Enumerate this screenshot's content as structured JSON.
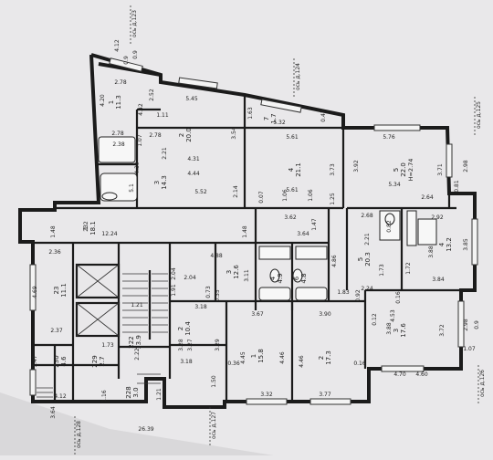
{
  "rooms": [
    {
      "id": "r1",
      "number": "1",
      "area": "11.3"
    },
    {
      "id": "r2",
      "number": "2",
      "area": "20.0"
    },
    {
      "id": "r3",
      "number": "3",
      "area": "14.3"
    },
    {
      "id": "r4",
      "number": "4",
      "area": "21.1"
    },
    {
      "id": "r5",
      "number": "5",
      "area": "22.0",
      "height": "H=2.74"
    },
    {
      "id": "r6",
      "number": "6",
      "area": "4.8"
    },
    {
      "id": "r7",
      "number": "7",
      "area": "1.7"
    },
    {
      "id": "r8",
      "number": "1",
      "area": "18.1"
    },
    {
      "id": "r9",
      "number": "2",
      "area": "10.4"
    },
    {
      "id": "r10",
      "number": "3",
      "area": "12.6"
    },
    {
      "id": "r11",
      "number": "4",
      "area": "4.9"
    },
    {
      "id": "r12",
      "number": "5",
      "area": "20.3"
    },
    {
      "id": "r13",
      "number": "3",
      "area": "17.6"
    },
    {
      "id": "r14",
      "number": "1",
      "area": "15.8"
    },
    {
      "id": "r15",
      "number": "2",
      "area": "17.3"
    },
    {
      "id": "r16",
      "number": "4",
      "area": "13.2"
    },
    {
      "id": "r17",
      "number": "23",
      "area": "11.1"
    },
    {
      "id": "r18",
      "number": "222",
      "area": "13.9"
    },
    {
      "id": "r19",
      "number": "230",
      "area": "4.6"
    },
    {
      "id": "r20",
      "number": "229",
      "area": "2.7"
    },
    {
      "id": "r21",
      "number": "228",
      "area": "3.0"
    }
  ],
  "axes": [
    {
      "id": "ax123",
      "label": "ось д.123"
    },
    {
      "id": "ax124",
      "label": "ось д.124"
    },
    {
      "id": "ax125",
      "label": "ось д.125"
    },
    {
      "id": "ax126",
      "label": "ось д.126"
    },
    {
      "id": "ax127",
      "label": "ось д.127"
    },
    {
      "id": "ax128",
      "label": "ось д.128"
    }
  ],
  "dimensions": [
    "4.12",
    "0.9",
    "0.9",
    "2.78",
    "5.45",
    "4.20",
    "4.42",
    "1.11",
    "2.52",
    "2.78",
    "2.38",
    "1.07",
    "2.21",
    "2.78",
    "4.39",
    "4.31",
    "4.44",
    "3.54",
    "1.63",
    "5.32",
    "0.47",
    "5.61",
    "5.76",
    "1.06",
    "2.98",
    "3.71",
    "3.73",
    "3.92",
    "5.34",
    "5.52",
    "2.14",
    "0.07",
    "1.06",
    "1.25",
    "5.61",
    "2.64",
    "0.81",
    "5.1",
    "12.24",
    "1.48",
    "232",
    "1.48",
    "3.62",
    "1.47",
    "2.68",
    "0.82",
    "2.92",
    "4.88",
    "3.64",
    "3.11",
    "2.04",
    "4.86",
    "2.21",
    "3.85",
    "3.88",
    "1.72",
    "1.73",
    "3.84",
    "2.36",
    "2.04",
    "0.73",
    "0.35",
    "1.83",
    "0.92",
    "2.24",
    "0.16",
    "4.69",
    "1.21",
    "3.18",
    "1.91",
    "3.67",
    "3.90",
    "0.12",
    "4.53",
    "3.27",
    "3.29",
    "4.45",
    "4.46",
    "4.46",
    "3.88",
    "3.72",
    "2.98",
    "0.9",
    "1.07",
    "1.73",
    "1.47",
    "4.60",
    "4.70",
    "0.36",
    "0.16",
    "3.18",
    "3.32",
    "3.77",
    "1.16",
    "3.64",
    "1.21",
    "4.12",
    "26.39",
    "1.50",
    "2.37",
    "2.22",
    "3.28"
  ]
}
